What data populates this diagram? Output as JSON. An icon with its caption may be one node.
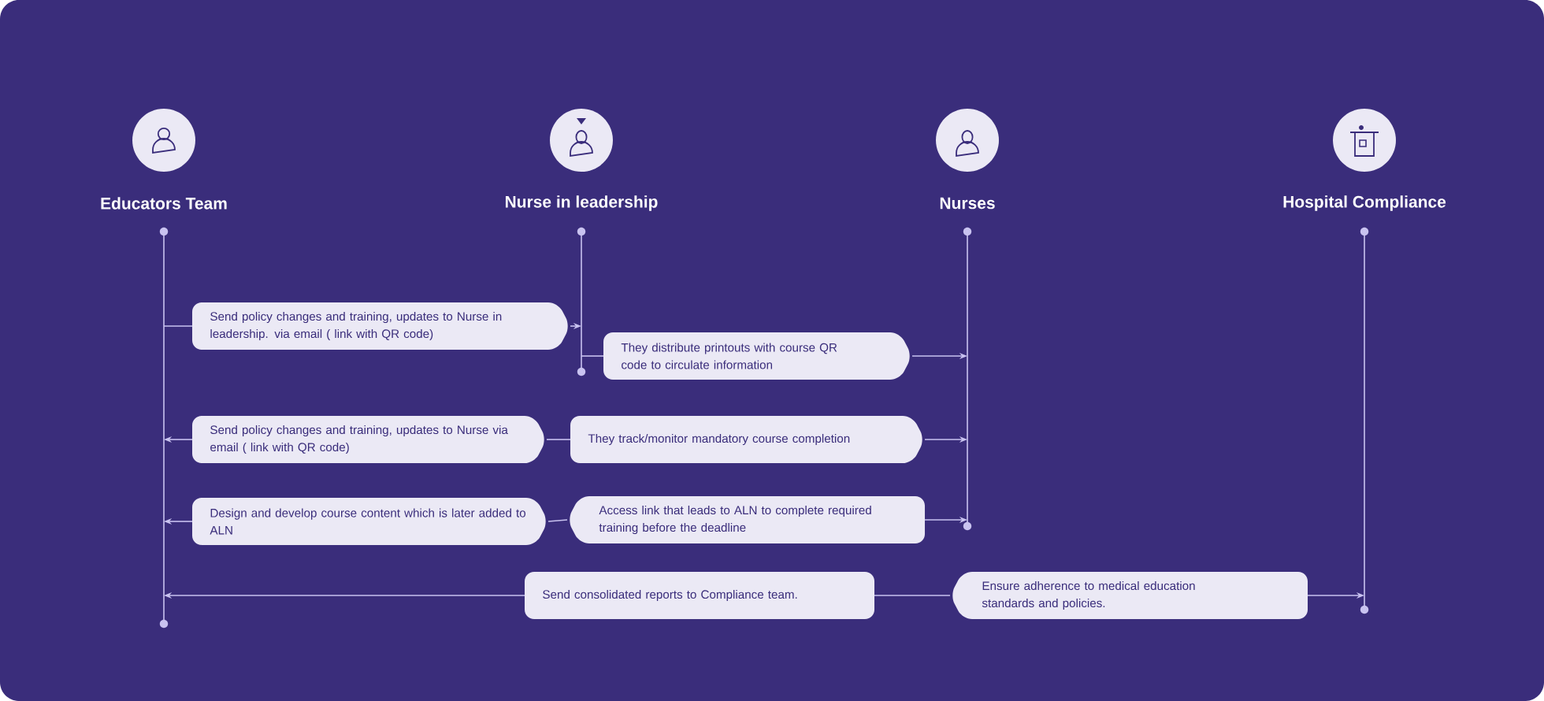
{
  "diagram": {
    "nodes": [
      {
        "text": [
          "Educators Team"
        ]
      },
      {
        "text": [
          "Nurse in leadership"
        ]
      },
      {
        "text": [
          "Nurses"
        ]
      },
      {
        "text": [
          "Hospital Compliance"
        ]
      },
      {
        "text": [
          "Send policy changes and training, updates to Nurse in leadership. via email ( link with QR code)"
        ]
      },
      {
        "text": [
          "They distribute printouts with course QR code to circulate information"
        ]
      },
      {
        "text": [
          "Send policy changes and training, updates to Nurse via email ( link with QR code)"
        ]
      },
      {
        "text": [
          "They track/monitor mandatory course completion"
        ]
      },
      {
        "text": [
          "Design and develop course content which is later added to ALN"
        ]
      },
      {
        "text": [
          "Access link that leads to ALN to complete required training before the deadline"
        ]
      },
      {
        "text": [
          "Send consolidated reports to Compliance team."
        ]
      },
      {
        "text": [
          "Ensure adherence to medical education standards and policies."
        ]
      }
    ],
    "edges": [
      {
        "from": 0,
        "to": 4,
        "arrow": "none"
      },
      {
        "from": 4,
        "to": 1,
        "arrow": "to"
      },
      {
        "from": 1,
        "to": 5,
        "arrow": "none"
      },
      {
        "from": 5,
        "to": 2,
        "arrow": "to"
      },
      {
        "from": 6,
        "to": 0,
        "arrow": "to"
      },
      {
        "from": 7,
        "to": 6,
        "arrow": "none"
      },
      {
        "from": 7,
        "to": 2,
        "arrow": "to"
      },
      {
        "from": 8,
        "to": 0,
        "arrow": "to"
      },
      {
        "from": 9,
        "to": 8,
        "arrow": "none"
      },
      {
        "from": 9,
        "to": 2,
        "arrow": "to"
      },
      {
        "from": 10,
        "to": 0,
        "arrow": "to"
      },
      {
        "from": 11,
        "to": 10,
        "arrow": "none"
      },
      {
        "from": 11,
        "to": 3,
        "arrow": "to"
      }
    ]
  }
}
